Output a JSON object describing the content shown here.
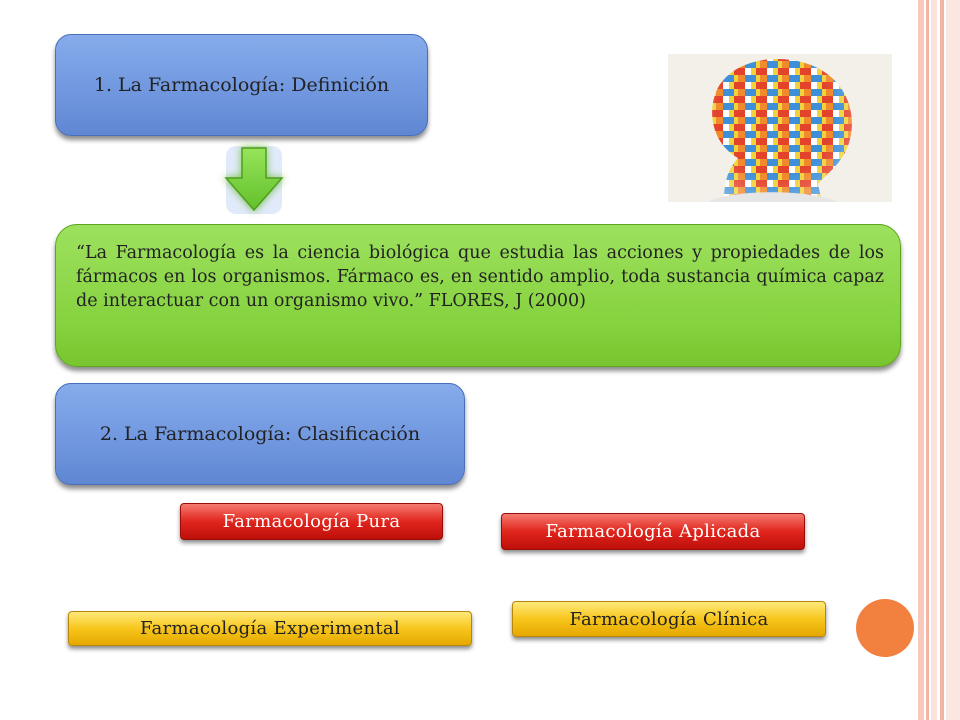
{
  "slide": {
    "section1_title": "1. La Farmacología: Definición",
    "quote": "“La Farmacología es la ciencia biológica que estudia las acciones y propiedades de los fármacos en los organismos. Fármaco es, en sentido amplio, toda sustancia química capaz de interactuar con un organismo vivo.” FLORES, J (2000)",
    "section2_title": "2. La Farmacología: Clasificación",
    "classifications": {
      "pura": "Farmacología Pura",
      "aplicada": "Farmacología Aplicada",
      "experimental": "Farmacología Experimental",
      "clinica": "Farmacología Clínica"
    }
  },
  "image": {
    "description_icon": "pill-head-image"
  },
  "colors": {
    "blue_box": "#6f96de",
    "green_box": "#86d23f",
    "red_pill": "#e0251c",
    "yellow_pill": "#f7c61c",
    "orange_circle": "#f2803f",
    "border_stripe": "#f4b4a4",
    "arrow": "#7ed640"
  }
}
